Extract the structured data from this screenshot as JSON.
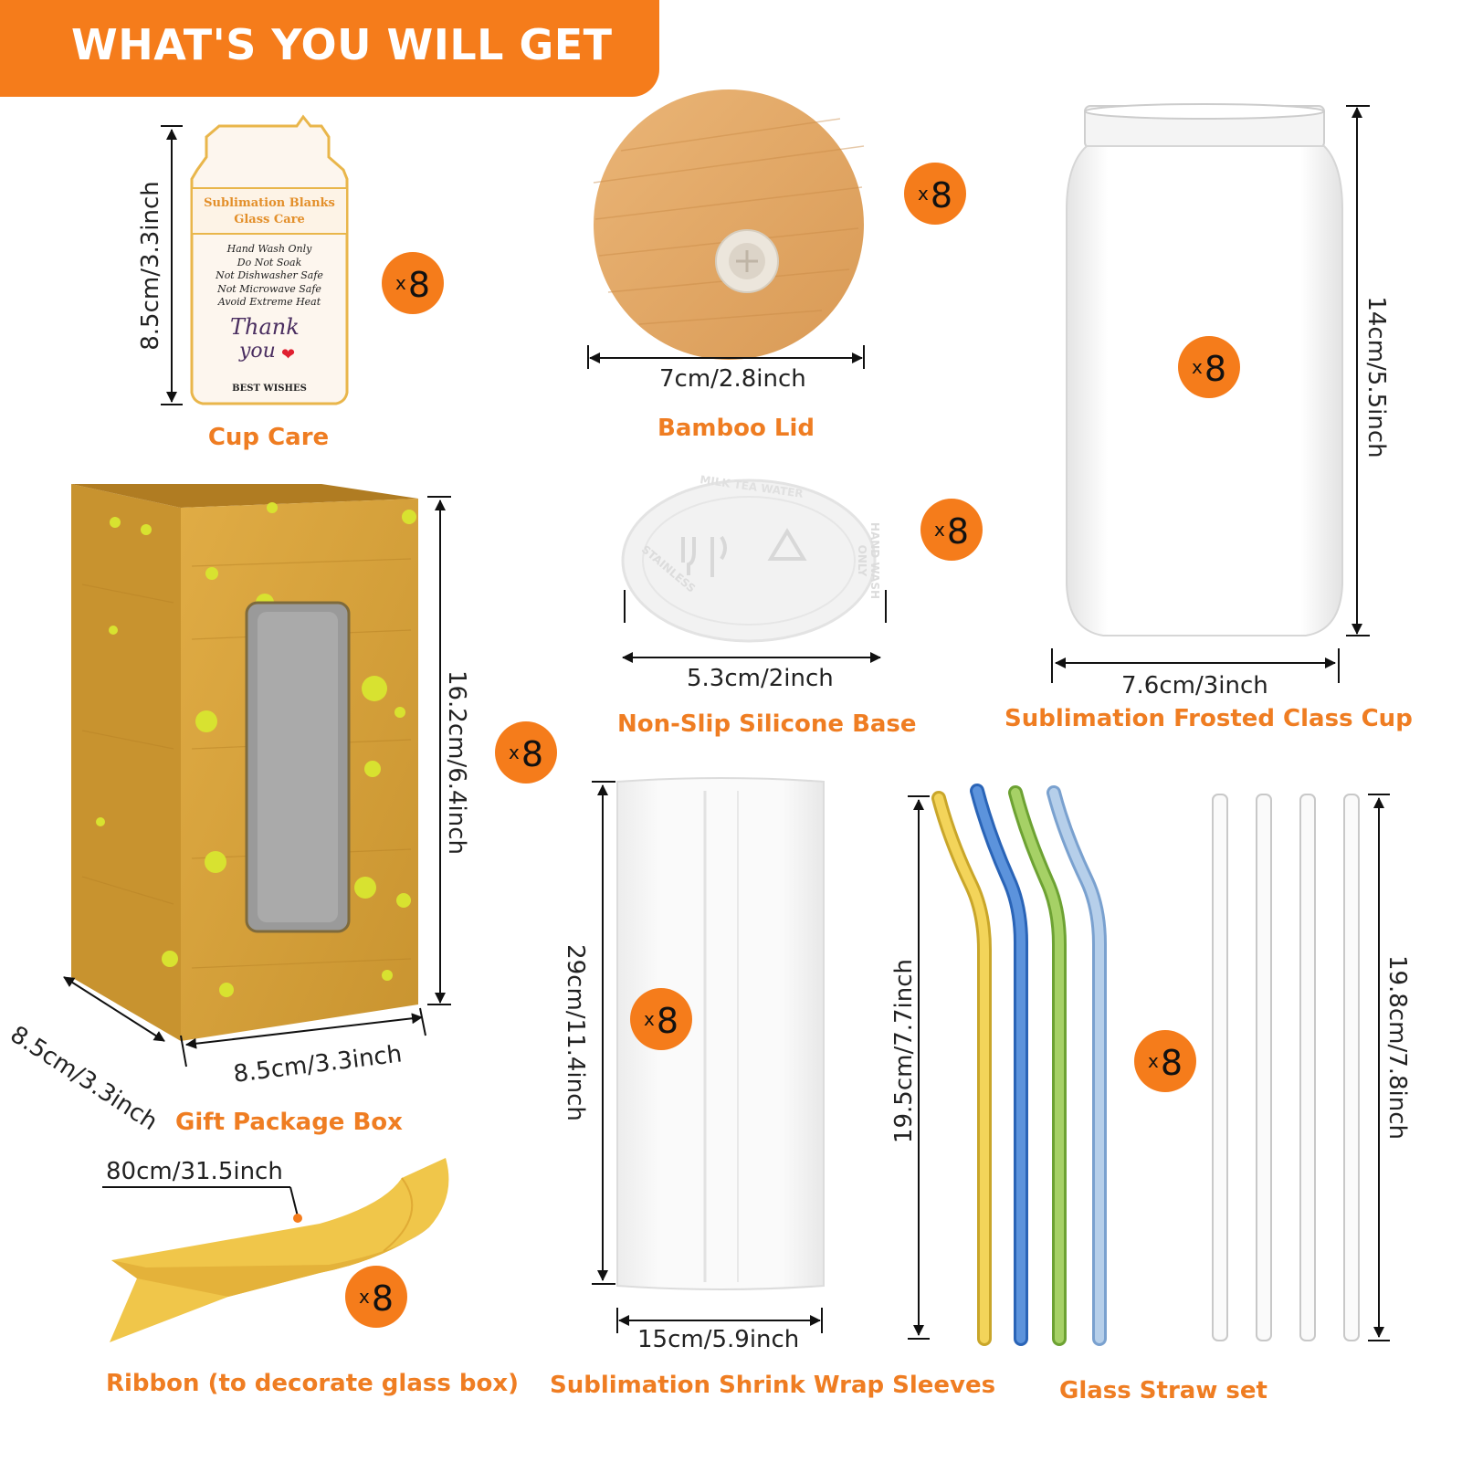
{
  "header": {
    "title": "WHAT'S YOU WILL GET"
  },
  "colors": {
    "accent": "#f57c1b",
    "label": "#ef7d22",
    "bamboo": "#e3a869",
    "box": "#d9a43c",
    "box_dot": "#d8e230"
  },
  "card": {
    "heading_line1": "Sublimation Blanks",
    "heading_line2": "Glass Care",
    "lines": [
      "Hand Wash Only",
      "Do Not Soak",
      "Not Dishwasher Safe",
      "Not Microwave Safe",
      "Avoid Extreme Heat"
    ],
    "thank_you": "Thank",
    "thank_you2": "you",
    "best_wishes": "BEST WISHES"
  },
  "silicone_base_print": {
    "top": "MILK TEA WATER",
    "right": "HAND WASH ONLY",
    "left": "STAINLESS"
  },
  "items": {
    "cup_care": {
      "label": "Cup Care",
      "dim": "8.5cm/3.3inch",
      "count": "8"
    },
    "bamboo_lid": {
      "label": "Bamboo Lid",
      "dim": "7cm/2.8inch",
      "count": "8"
    },
    "glass_cup": {
      "label": "Sublimation Frosted Class Cup",
      "dim_width": "7.6cm/3inch",
      "dim_height": "14cm/5.5inch",
      "count": "8"
    },
    "silicone_base": {
      "label": "Non-Slip Silicone Base",
      "dim": "5.3cm/2inch",
      "count": "8"
    },
    "gift_box": {
      "label": "Gift Package Box",
      "dim_height": "16.2cm/6.4inch",
      "dim_width": "8.5cm/3.3inch",
      "dim_depth": "8.5cm/3.3inch",
      "count": "8"
    },
    "ribbon": {
      "label": "Ribbon (to decorate glass box)",
      "dim": "80cm/31.5inch",
      "count": "8"
    },
    "shrink_sleeves": {
      "label": "Sublimation Shrink Wrap Sleeves",
      "dim_height": "29cm/11.4inch",
      "dim_width": "15cm/5.9inch",
      "count": "8"
    },
    "straws": {
      "label": "Glass Straw set",
      "dim_bent": "19.5cm/7.7inch",
      "dim_straight": "19.8cm/7.8inch",
      "count": "8"
    }
  },
  "badge_prefix": "x"
}
